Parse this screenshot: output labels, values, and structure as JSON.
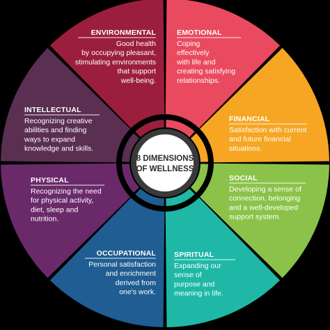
{
  "center": {
    "line1": "8 DIMENSIONS",
    "line2": "OF WELLNESS"
  },
  "segments": [
    {
      "key": "emotional",
      "title": "EMOTIONAL",
      "lines": [
        "Coping",
        "effectively",
        "with life and",
        "creating satisfying",
        "relationships."
      ],
      "color": "#e94a5f",
      "align": "left"
    },
    {
      "key": "financial",
      "title": "FINANCIAL",
      "lines": [
        "Satisfaction with current",
        "and future financial",
        "situations."
      ],
      "color": "#f6a623",
      "align": "left"
    },
    {
      "key": "social",
      "title": "SOCIAL",
      "lines": [
        "Developing a sense of",
        "connection, belonging",
        "and a well-developed",
        "support system."
      ],
      "color": "#8bc34a",
      "align": "left"
    },
    {
      "key": "spiritual",
      "title": "SPIRITUAL",
      "lines": [
        "Expanding our",
        "sense of",
        "purpose and",
        "meaning in life."
      ],
      "color": "#1fb8a6",
      "align": "left"
    },
    {
      "key": "occupational",
      "title": "OCCUPATIONAL",
      "lines": [
        "Personal satisfaction",
        "and enrichment",
        "derived from",
        "one's work."
      ],
      "color": "#1f5d92",
      "align": "right"
    },
    {
      "key": "physical",
      "title": "PHYSICAL",
      "lines": [
        "Recognizing the need",
        "for physical activity,",
        "diet, sleep and",
        "nutrition."
      ],
      "color": "#6a2a6a",
      "align": "left"
    },
    {
      "key": "intellectual",
      "title": "INTELLECTUAL",
      "lines": [
        "Recognizing creative",
        "abilities and finding",
        "ways to expand",
        "knowledge and skills."
      ],
      "color": "#5a2f52",
      "align": "left"
    },
    {
      "key": "environmental",
      "title": "ENVIRONMENTAL",
      "lines": [
        "Good health",
        "by occupying pleasant,",
        "stimulating environments",
        "that support",
        "well-being."
      ],
      "color": "#9b1f3c",
      "align": "right"
    }
  ]
}
